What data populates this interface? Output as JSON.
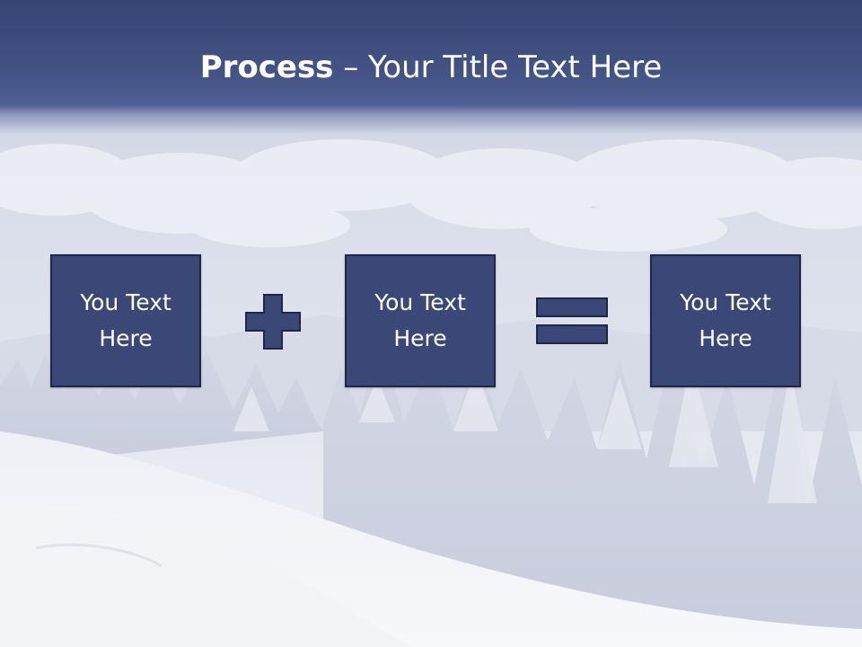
{
  "slide": {
    "title_bold": "Process",
    "title_rest": " – Your Title Text Here",
    "boxes": [
      {
        "text": "You Text Here"
      },
      {
        "text": "You Text Here"
      },
      {
        "text": "You Text Here"
      }
    ],
    "operators": [
      "plus-icon",
      "equals-icon"
    ],
    "colors": {
      "header": "#3d4c7c",
      "box_fill": "#3b4776",
      "box_border": "#1f2747",
      "text": "#ffffff"
    }
  }
}
